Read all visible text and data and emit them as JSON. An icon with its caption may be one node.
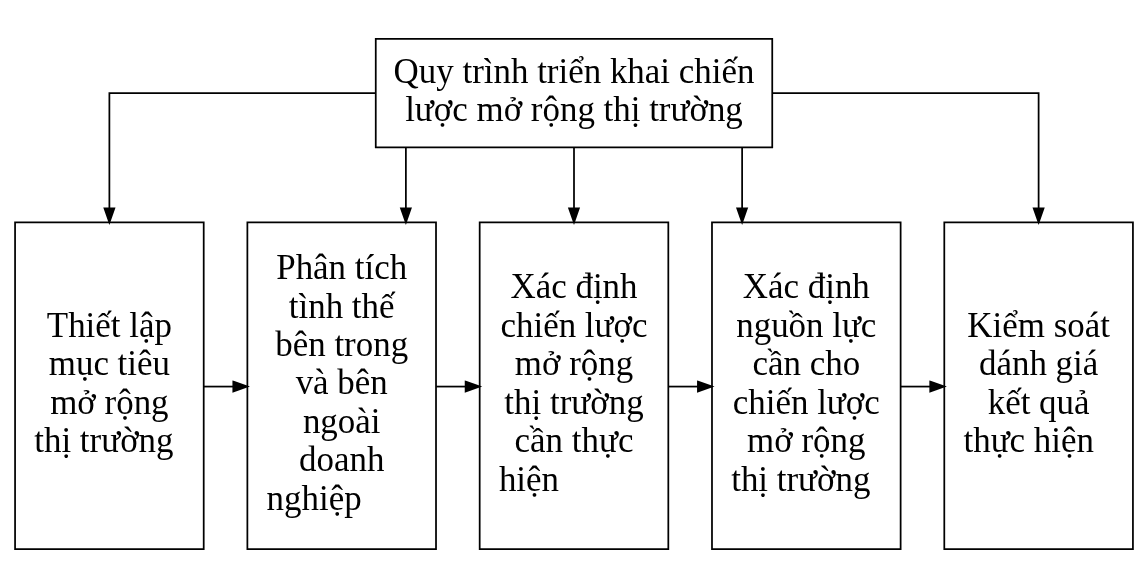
{
  "diagram": {
    "nodes": [
      {
        "text": [
          "Quy trình triển khai chiến lược mở rộng thị trường"
        ]
      },
      {
        "text": [
          "Thiết lập mục tiêu mở rộng thị trường"
        ]
      },
      {
        "text": [
          "Phân tích tình thế bên trong và bên ngoài doanh nghiệp"
        ]
      },
      {
        "text": [
          "Xác định chiến lược mở rộng thị trường cần thực hiện"
        ]
      },
      {
        "text": [
          "Xác định nguồn lực cần cho chiến lược mở rộng thị trường"
        ]
      },
      {
        "text": [
          "Kiểm soát dánh giá kết quả thực hiện"
        ]
      }
    ],
    "edges": [
      {
        "from": 0,
        "to": 1,
        "arrow": "to"
      },
      {
        "from": 0,
        "to": 2,
        "arrow": "to"
      },
      {
        "from": 0,
        "to": 3,
        "arrow": "to"
      },
      {
        "from": 0,
        "to": 4,
        "arrow": "to"
      },
      {
        "from": 0,
        "to": 5,
        "arrow": "to"
      },
      {
        "from": 1,
        "to": 2,
        "arrow": "to"
      },
      {
        "from": 2,
        "to": 3,
        "arrow": "to"
      },
      {
        "from": 3,
        "to": 4,
        "arrow": "to"
      },
      {
        "from": 4,
        "to": 5,
        "arrow": "to"
      }
    ]
  }
}
